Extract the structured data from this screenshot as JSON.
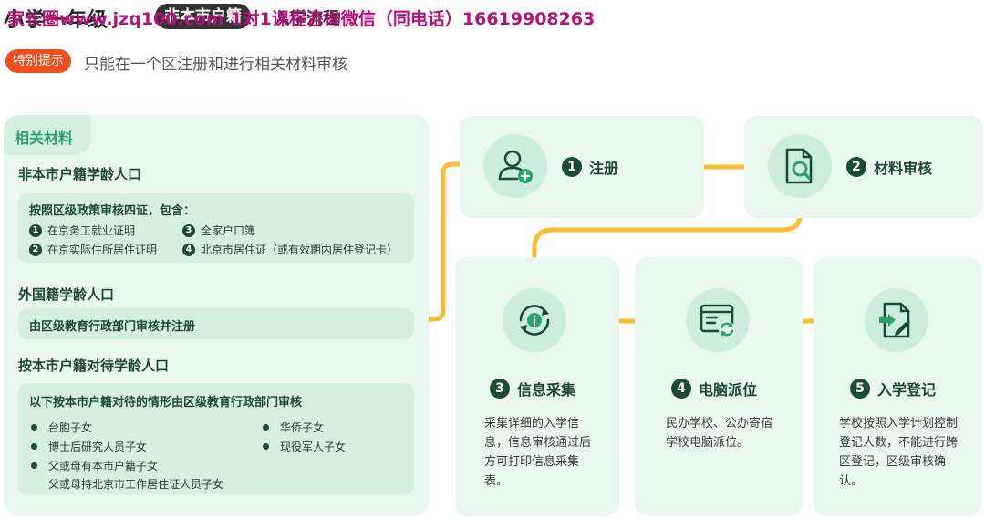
{
  "header": {
    "title_main": "小学一年级",
    "title_tag": "非本市户籍",
    "title_tail": "入学流程",
    "watermark": "家长圈www.jzq100.com  1对1课程咨询微信（同电话）16619908263"
  },
  "tip": {
    "badge": "特别提示",
    "text": "只能在一个区注册和进行相关材料审核"
  },
  "materials": {
    "title": "相关材料",
    "non_local": {
      "title": "非本市户籍学龄人口",
      "box_heading": "按照区级政策审核四证，包含：",
      "items": [
        {
          "num": "1",
          "text": "在京务工就业证明"
        },
        {
          "num": "3",
          "text": "全家户口簿"
        },
        {
          "num": "2",
          "text": "在京实际住所居住证明"
        },
        {
          "num": "4",
          "text": "北京市居住证（或有效期内居住登记卡）"
        }
      ]
    },
    "foreign": {
      "title": "外国籍学龄人口",
      "box_text": "由区级教育行政部门审核并注册"
    },
    "treated_local": {
      "title": "按本市户籍对待学龄人口",
      "box_heading": "以下按本市户籍对待的情形由区级教育行政部门审核",
      "items": [
        "台胞子女",
        "华侨子女",
        "博士后研究人员子女",
        "现役军人子女",
        "父或母有本市户籍子女",
        "父或母持北京市工作居住证人员子女"
      ]
    }
  },
  "steps": [
    {
      "num": "1",
      "label": "注册",
      "icon": "add-user-icon"
    },
    {
      "num": "2",
      "label": "材料审核",
      "icon": "document-search-icon"
    },
    {
      "num": "3",
      "label": "信息采集",
      "icon": "info-refresh-icon",
      "desc": "采集详细的入学信息，信息审核通过后方可打印信息采集表。"
    },
    {
      "num": "4",
      "label": "电脑派位",
      "icon": "computer-sync-icon",
      "desc": "民办学校、公办寄宿学校电脑派位。"
    },
    {
      "num": "5",
      "label": "入学登记",
      "icon": "document-sign-icon",
      "desc": "学校按照入学计划控制登记人数，不能进行跨区登记，区级审核确认。"
    }
  ],
  "colors": {
    "primary_dark": "#1d4a33",
    "accent_green": "#2aa36b",
    "card_bg": "#eaf6f0",
    "connector": "#f7be32",
    "tip_badge": "#f24d1e"
  }
}
